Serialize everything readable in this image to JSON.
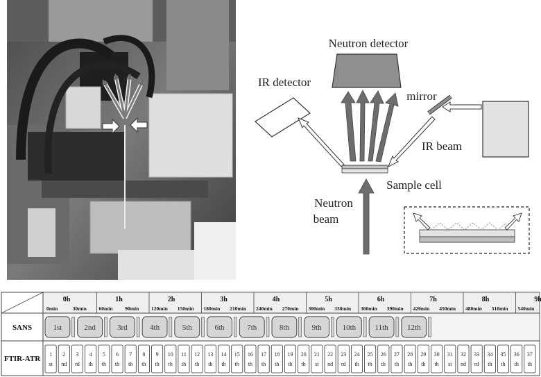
{
  "diagram": {
    "labels": {
      "neutron_detector": "Neutron detector",
      "ir_detector": "IR detector",
      "mirror": "mirror",
      "ir_beam": "IR beam",
      "sample_cell": "Sample cell",
      "neutron_beam_line1": "Neutron",
      "neutron_beam_line2": "beam"
    }
  },
  "schedule": {
    "row_labels": [
      "SANS",
      "FTIR-ATR"
    ],
    "hours": [
      "0h",
      "1h",
      "2h",
      "3h",
      "4h",
      "5h",
      "6h",
      "7h",
      "8h",
      "9h"
    ],
    "minutes": [
      "0min",
      "30min",
      "60min",
      "90min",
      "120min",
      "150min",
      "180min",
      "210min",
      "240min",
      "270min",
      "300min",
      "330min",
      "360min",
      "390min",
      "420min",
      "450min",
      "480min",
      "510min",
      "540min"
    ],
    "sans_runs": [
      "1st",
      "2nd",
      "3rd",
      "4th",
      "5th",
      "6th",
      "7th",
      "8th",
      "9th",
      "10th",
      "11th",
      "12th"
    ],
    "ftir_runs": [
      {
        "num": "1",
        "suf": "st"
      },
      {
        "num": "2",
        "suf": "nd"
      },
      {
        "num": "3",
        "suf": "rd"
      },
      {
        "num": "4",
        "suf": "th"
      },
      {
        "num": "5",
        "suf": "th"
      },
      {
        "num": "6",
        "suf": "th"
      },
      {
        "num": "7",
        "suf": "th"
      },
      {
        "num": "8",
        "suf": "th"
      },
      {
        "num": "9",
        "suf": "th"
      },
      {
        "num": "10",
        "suf": "th"
      },
      {
        "num": "11",
        "suf": "th"
      },
      {
        "num": "12",
        "suf": "th"
      },
      {
        "num": "13",
        "suf": "th"
      },
      {
        "num": "14",
        "suf": "th"
      },
      {
        "num": "15",
        "suf": "th"
      },
      {
        "num": "16",
        "suf": "th"
      },
      {
        "num": "17",
        "suf": "th"
      },
      {
        "num": "18",
        "suf": "th"
      },
      {
        "num": "19",
        "suf": "th"
      },
      {
        "num": "20",
        "suf": "th"
      },
      {
        "num": "21",
        "suf": "st"
      },
      {
        "num": "22",
        "suf": "nd"
      },
      {
        "num": "23",
        "suf": "rd"
      },
      {
        "num": "24",
        "suf": "th"
      },
      {
        "num": "25",
        "suf": "th"
      },
      {
        "num": "26",
        "suf": "th"
      },
      {
        "num": "27",
        "suf": "th"
      },
      {
        "num": "28",
        "suf": "th"
      },
      {
        "num": "29",
        "suf": "th"
      },
      {
        "num": "30",
        "suf": "th"
      },
      {
        "num": "31",
        "suf": "st"
      },
      {
        "num": "32",
        "suf": "nd"
      },
      {
        "num": "33",
        "suf": "rd"
      },
      {
        "num": "34",
        "suf": "th"
      },
      {
        "num": "35",
        "suf": "th"
      },
      {
        "num": "36",
        "suf": "th"
      },
      {
        "num": "37",
        "suf": "th"
      }
    ]
  },
  "colors": {
    "detector_fill": "#8f8f8f",
    "arrow_gray": "#6d6d6d",
    "box_fill": "#d6d6d6",
    "header_fill": "#efefef",
    "photo_dark": "#3a3a3a"
  }
}
